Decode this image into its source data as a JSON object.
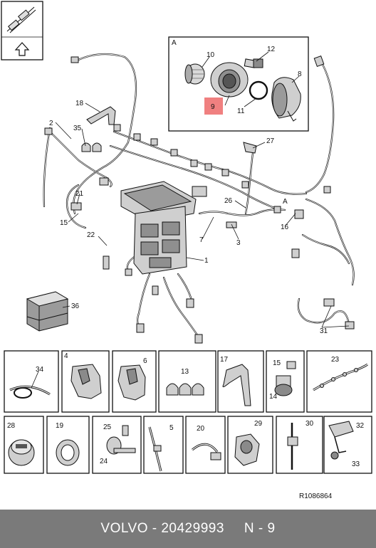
{
  "detail_view": {
    "label": "A",
    "callouts": [
      "12",
      "10",
      "8",
      "9",
      "11"
    ],
    "highlighted_callout": "9",
    "highlight_color": "#f08080"
  },
  "section_marker": "A",
  "main_callouts": [
    "18",
    "2",
    "35",
    "21",
    "15",
    "22",
    "27",
    "26",
    "16",
    "3",
    "7",
    "1",
    "36",
    "31"
  ],
  "parts_grid": {
    "row1": [
      {
        "callouts": [
          "34"
        ]
      },
      {
        "callouts": [
          "4"
        ]
      },
      {
        "callouts": [
          "6"
        ]
      },
      {
        "callouts": [
          "13"
        ]
      },
      {
        "callouts": [
          "17"
        ]
      },
      {
        "callouts": [
          "15",
          "14"
        ]
      },
      {
        "callouts": [
          "23"
        ]
      }
    ],
    "row2": [
      {
        "callouts": [
          "28"
        ]
      },
      {
        "callouts": [
          "19"
        ]
      },
      {
        "callouts": [
          "25",
          "24"
        ]
      },
      {
        "callouts": [
          "5"
        ]
      },
      {
        "callouts": [
          "20"
        ]
      },
      {
        "callouts": [
          "29"
        ]
      },
      {
        "callouts": [
          "30"
        ]
      },
      {
        "callouts": [
          "32",
          "33"
        ]
      }
    ]
  },
  "reference_code": "R1086864",
  "footer": {
    "brand": "VOLVO",
    "separator": "-",
    "part_number": "20429993",
    "page": "N - 9"
  }
}
